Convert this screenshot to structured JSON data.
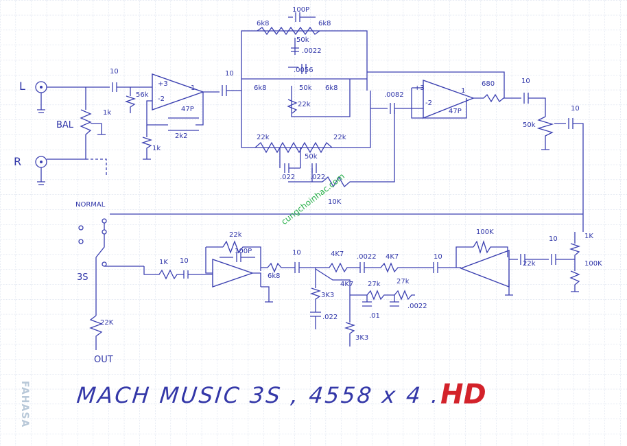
{
  "title": "MACH MUSIC 3S , 4558 x 4 .",
  "badge": "HD",
  "watermark": "cungchoinhac.com",
  "brand": "FAHASA",
  "inputs": {
    "left": "L",
    "right": "R",
    "balance": "BAL"
  },
  "switch": {
    "normal": "NORMAL",
    "mode_3s": "3S",
    "output": "OUT"
  },
  "components": {
    "c_in": "10",
    "r_in": "56k",
    "r_bal": "1k",
    "op1_plus": "+3",
    "op1_minus": "-2",
    "op1_out": "1",
    "c_fb1": "47P",
    "r_fb1": "2k2",
    "r_gnd1": "1k",
    "c_top1": "10",
    "r_68a": "6k8",
    "c_100p": "100P",
    "r_68b": "6k8",
    "pot_50k_a": "50k",
    "c_0022a": ".0022",
    "c_0056": ".0056",
    "r_68c": "6k8",
    "pot_50k_b": "50k",
    "r_68d": "6k8",
    "r_22k_a": "22k",
    "r_22k_b": "22k",
    "r_22k_c": "22k",
    "pot_50k_c": "50k",
    "c_022a": ".022",
    "c_022b": ".022",
    "r_10k": "10K",
    "c_0082": ".0082",
    "op2_plus": "+3",
    "op2_minus": "-2",
    "op2_out": "1",
    "c_47p2": "47P",
    "r_680": "680",
    "c_10b": "10",
    "pot_50k_d": "50k",
    "c_10c": "10",
    "r_1k_b": "1K",
    "c_10d": "10",
    "r_22k_d": "22k",
    "c_100p_b": "100P",
    "r_6k8_e": "6k8",
    "c_10e": "10",
    "r_4k7_a": "4K7",
    "c_0022b": ".0022",
    "r_4k7_b": "4K7",
    "r_4k7_c": "4K7",
    "r_3k3_a": "3K3",
    "c_022c": ".022",
    "r_27k_a": "27k",
    "r_27k_b": "27k",
    "c_01": ".01",
    "c_0022c": ".0022",
    "r_3k3_b": "3K3",
    "c_10f": "10",
    "r_100k": "100K",
    "r_22k_e": "22k",
    "c_10g": "10",
    "r_1k_c": "1K",
    "r_100k_b": "100K",
    "r_22k_out": "22K"
  }
}
